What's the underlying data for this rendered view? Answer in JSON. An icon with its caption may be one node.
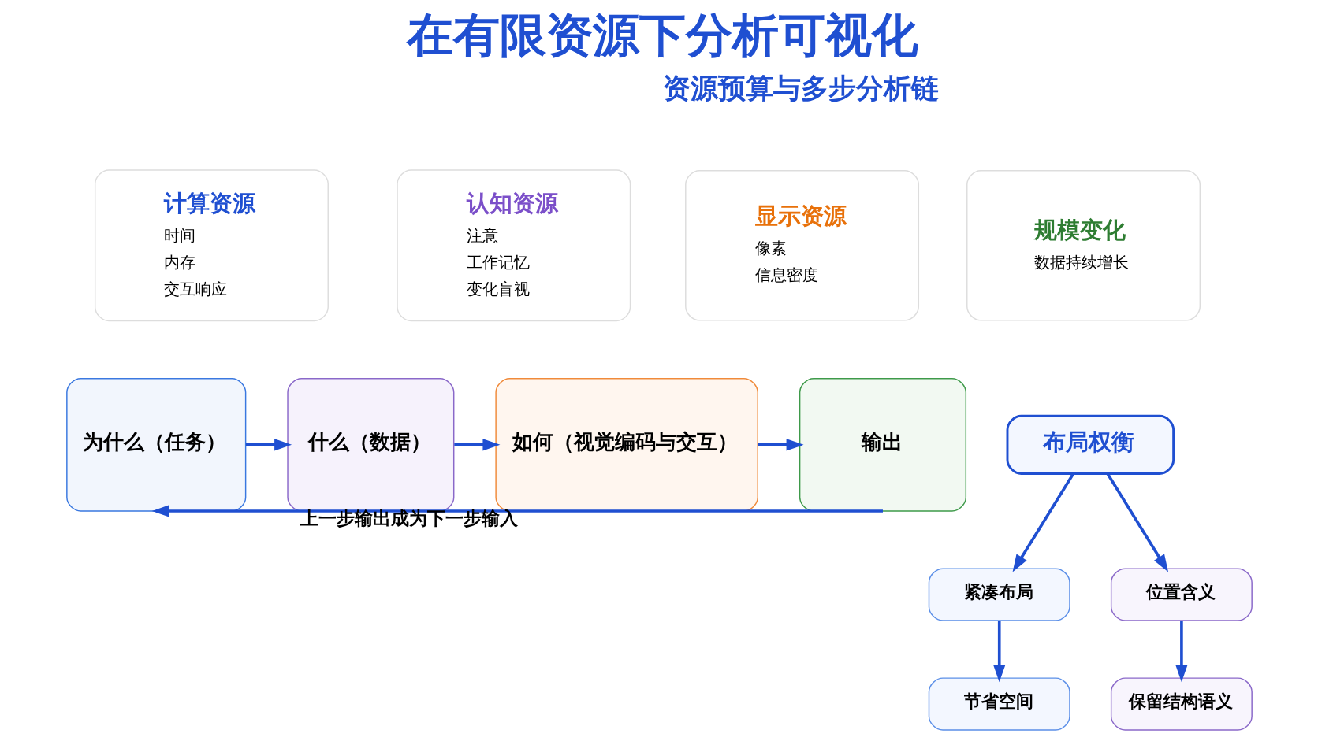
{
  "diagram": {
    "title": "在有限资源下分析可视化",
    "nodes": [
      {
        "text": [
          "计算资源",
          "时间",
          "内存",
          "交互响应"
        ]
      },
      {
        "text": [
          "认知资源",
          "注意",
          "工作记忆",
          "变化盲视"
        ]
      },
      {
        "text": [
          "显示资源",
          "像素",
          "信息密度"
        ]
      },
      {
        "text": [
          "规模变化",
          "数据持续增长"
        ]
      },
      {
        "text": [
          "为什么（任务）"
        ]
      },
      {
        "text": [
          "什么（数据）"
        ]
      },
      {
        "text": [
          "如何（视觉编码与交互）"
        ]
      },
      {
        "text": [
          "输出"
        ]
      },
      {
        "text": [
          "布局权衡"
        ]
      },
      {
        "text": [
          "紧凑布局"
        ]
      },
      {
        "text": [
          "位置含义"
        ]
      },
      {
        "text": [
          "节省空间"
        ]
      },
      {
        "text": [
          "保留结构语义"
        ]
      }
    ],
    "edges": [
      {
        "from": 4,
        "to": 5,
        "arrow": "to"
      },
      {
        "from": 5,
        "to": 6,
        "arrow": "to"
      },
      {
        "from": 6,
        "to": 7,
        "arrow": "to"
      },
      {
        "from": 7,
        "to": 4,
        "arrow": "to",
        "label": "上一步输出成为下一步输入"
      },
      {
        "from": 8,
        "to": 9,
        "arrow": "to"
      },
      {
        "from": 8,
        "to": 10,
        "arrow": "to"
      },
      {
        "from": 9,
        "to": 11,
        "arrow": "to"
      },
      {
        "from": 10,
        "to": 12,
        "arrow": "to"
      }
    ],
    "labels": [
      "资源预算与多步分析链"
    ]
  }
}
